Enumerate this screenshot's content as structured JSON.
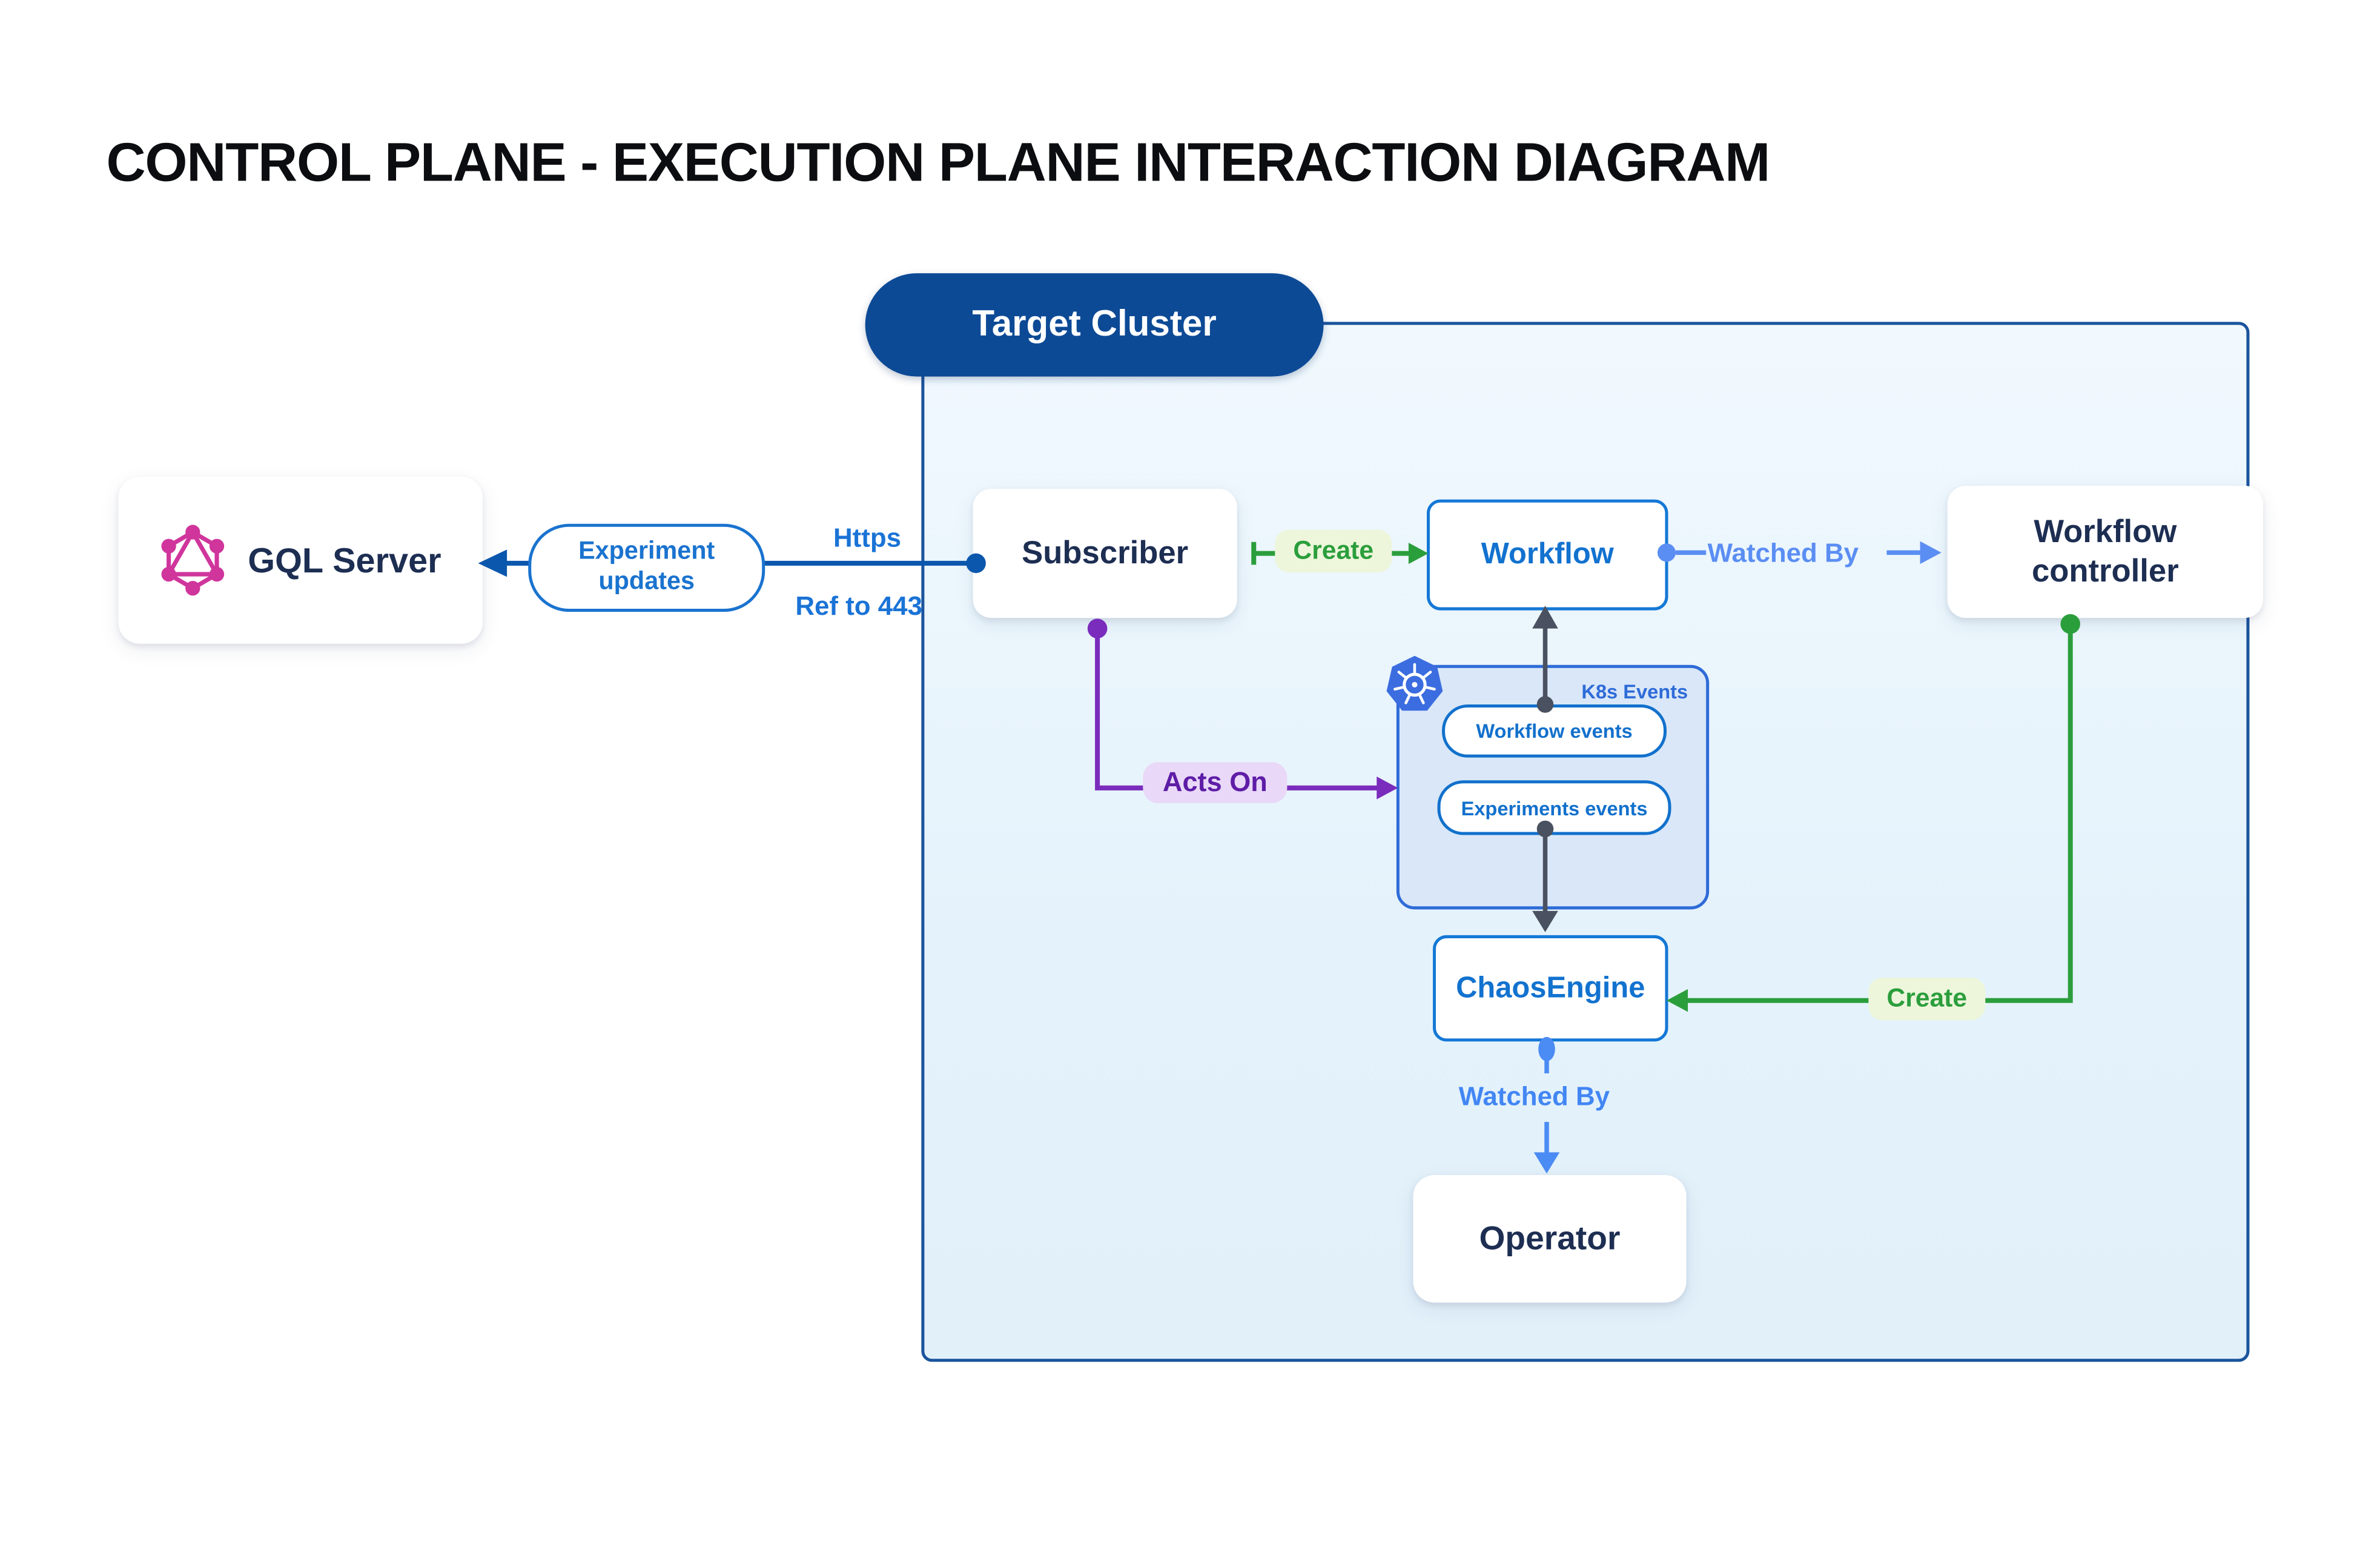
{
  "title": "CONTROL PLANE - EXECUTION PLANE INTERACTION DIAGRAM",
  "cluster": {
    "label": "Target Cluster"
  },
  "nodes": {
    "gql_server": {
      "label": "GQL Server",
      "icon": "graphql-icon"
    },
    "subscriber": {
      "label": "Subscriber"
    },
    "workflow": {
      "label": "Workflow"
    },
    "workflow_controller": {
      "label": "Workflow controller"
    },
    "chaos_engine": {
      "label": "ChaosEngine"
    },
    "operator": {
      "label": "Operator"
    }
  },
  "k8s_panel": {
    "title": "K8s Events",
    "icon": "kubernetes-icon",
    "workflow_events": "Workflow events",
    "experiments_events": "Experiments events"
  },
  "edges": {
    "experiment_updates": "Experiment updates",
    "https": "Https",
    "ref_to_443": "Ref to 443",
    "create_workflow": "Create",
    "watched_by_controller": "Watched By",
    "acts_on": "Acts On",
    "create_chaos_engine": "Create",
    "watched_by_operator": "Watched By"
  },
  "colors": {
    "title_text": "#0c0d10",
    "navy_text": "#1d2e52",
    "cluster_fill": "#e8f4fb",
    "cluster_border": "#1b549d",
    "target_pill_bg": "#0d4a96",
    "main_blue_line": "#0b57ad",
    "blue_label": "#1a73d6",
    "bright_blue_box": "#1478d6",
    "watched_by_blue": "#5b8ef3",
    "watched_by_blue2": "#4286f4",
    "green": "#2b9e3c",
    "green_label_bg": "#edf6db",
    "purple": "#7a2cbc",
    "purple_label_bg": "#e9d8f8",
    "gray_line": "#4a5160",
    "k8s_panel_fill": "#d9e7f8",
    "k8s_panel_border": "#2e6bd8",
    "graphql_pink": "#d0359c",
    "kubernetes_blue": "#3b6de0"
  }
}
